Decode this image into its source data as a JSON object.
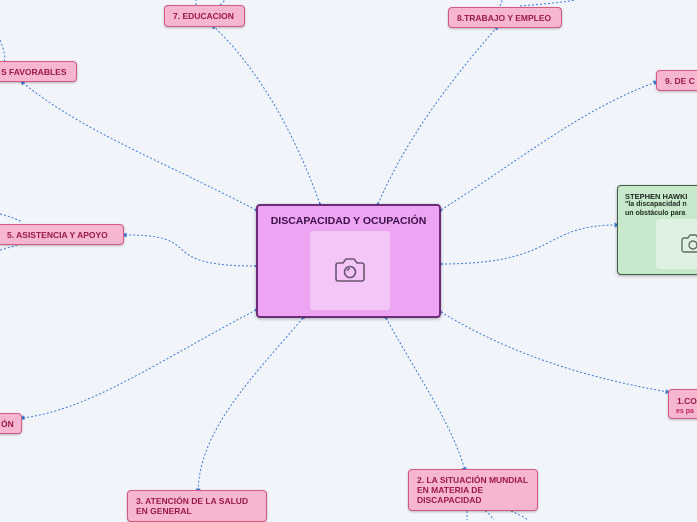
{
  "central": {
    "title": "DISCAPACIDAD Y OCUPACIÓN",
    "image_icon": "camera-icon"
  },
  "topics": {
    "educacion": "7. EDUCACION",
    "trabajo": "8.TRABAJO Y EMPLEO",
    "favorables": "S FAVORABLES",
    "de_c": "9. DE C",
    "asistencia": "5. ASISTENCIA Y APOYO",
    "on": "ÓN",
    "salud": "3. ATENCIÓN DE LA SALUD EN GENERAL",
    "situacion": "2. LA SITUACIÓN MUNDIAL EN MATERIA DE DISCAPACIDAD",
    "co": "1.CO",
    "co_sub": "es pa"
  },
  "quote": {
    "name": "STEPHEN HAWKI",
    "text": "\"la discapacidad n\nun obstáculo para",
    "image_icon": "camera-icon"
  },
  "colors": {
    "connector": "#3a7bd5",
    "topic_fill": "#f7b6d0",
    "central_fill": "#eca4f3",
    "quote_fill": "#c8e8cc"
  }
}
